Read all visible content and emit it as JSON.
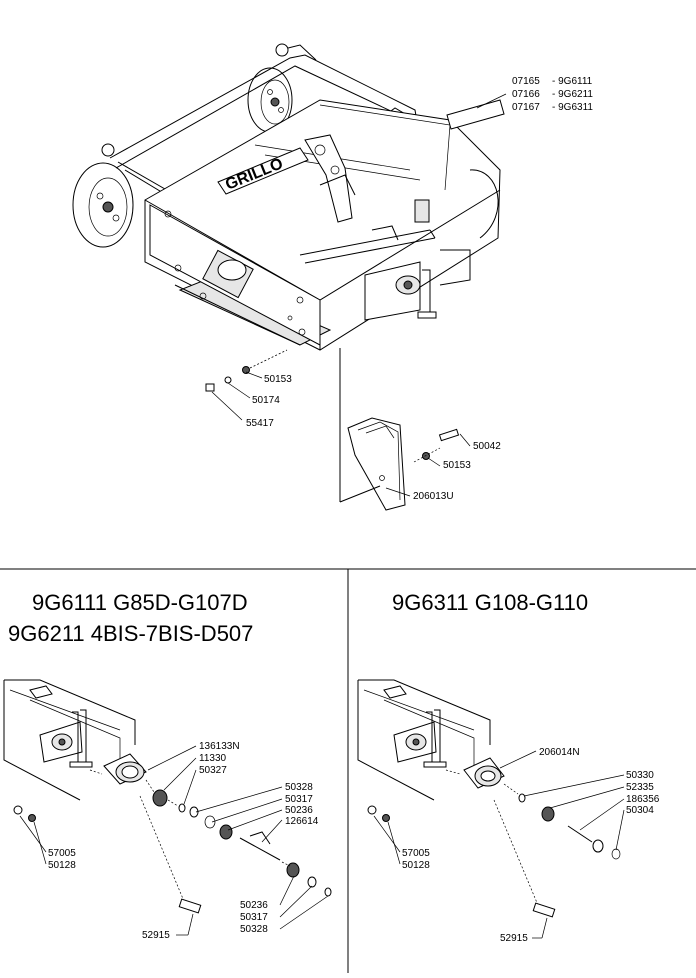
{
  "top": {
    "brand_logo_text": "GRILLO",
    "label_codes": [
      {
        "code": "07165",
        "model": "- 9G6111"
      },
      {
        "code": "07166",
        "model": "- 9G6211"
      },
      {
        "code": "07167",
        "model": "- 9G6311"
      }
    ],
    "callouts": {
      "c50153a": "50153",
      "c50174": "50174",
      "c55417": "55417",
      "c50042": "50042",
      "c50153b": "50153",
      "c206013u": "206013U"
    }
  },
  "left_panel": {
    "title_line1": "9G6111 G85D-G107D",
    "title_line2": "9G6211 4BIS-7BIS-D507",
    "callouts": {
      "c136133n": "136133N",
      "c11330": "11330",
      "c50327": "50327",
      "c50328a": "50328",
      "c50317a": "50317",
      "c50236a": "50236",
      "c126614": "126614",
      "c57005": "57005",
      "c50128": "50128",
      "c50236b": "50236",
      "c50317b": "50317",
      "c50328b": "50328",
      "c52915": "52915"
    }
  },
  "right_panel": {
    "title": "9G6311 G108-G110",
    "callouts": {
      "c206014n": "206014N",
      "c50330": "50330",
      "c52335": "52335",
      "c186356": "186356",
      "c50304": "50304",
      "c57005": "57005",
      "c50128": "50128",
      "c52915": "52915"
    }
  }
}
